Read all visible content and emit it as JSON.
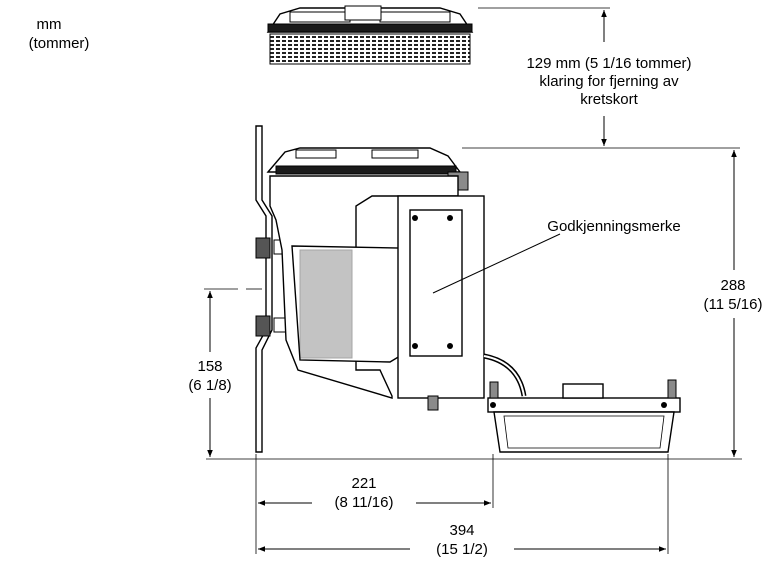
{
  "units": {
    "line1": "mm",
    "line2": "(tommer)"
  },
  "clearance": {
    "line1": "129 mm (5 1/16 tommer)",
    "line2": "klaring for fjerning av",
    "line3": "kretskort"
  },
  "approval_label": "Godkjenningsmerke",
  "dim_height_total": {
    "mm": "288",
    "in": "(11 5/16)"
  },
  "dim_height_mount": {
    "mm": "158",
    "in": "(6 1/8)"
  },
  "dim_width_body": {
    "mm": "221",
    "in": "(8 11/16)"
  },
  "dim_width_total": {
    "mm": "394",
    "in": "(15 1/2)"
  }
}
